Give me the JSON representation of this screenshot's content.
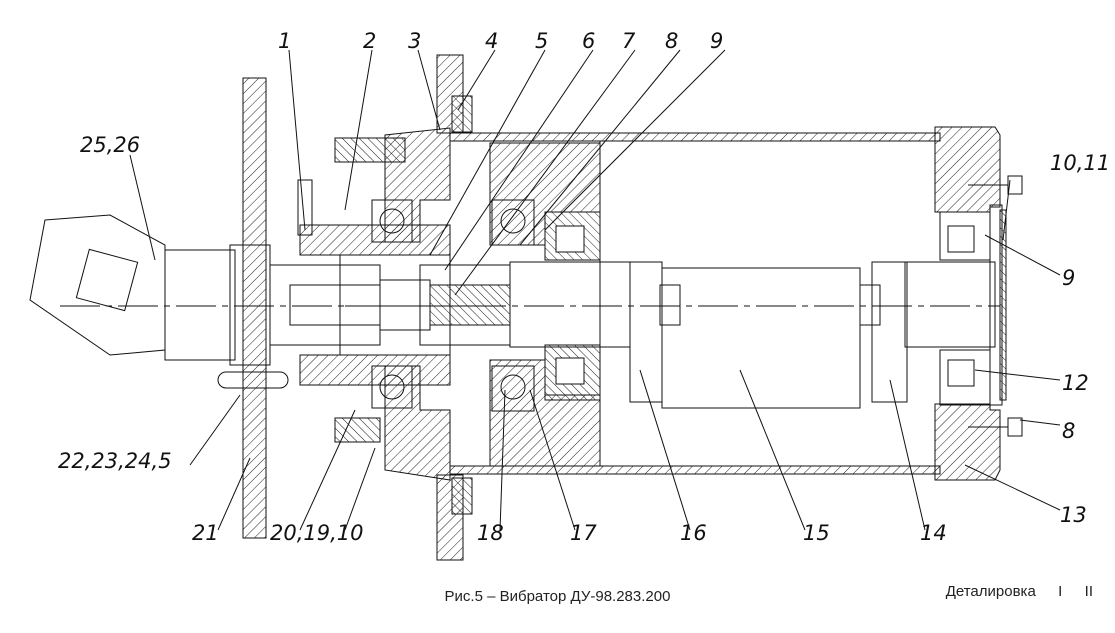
{
  "caption": "Рис.5 – Вибратор ДУ-98.283.200",
  "footer": {
    "section": "Деталировка",
    "roman1": "I",
    "roman2": "II"
  },
  "callouts": [
    "1",
    "2",
    "3",
    "4",
    "5",
    "6",
    "7",
    "8",
    "9",
    "10,11",
    "9",
    "12",
    "8",
    "13",
    "14",
    "15",
    "16",
    "17",
    "18",
    "20,19,10",
    "21",
    "22,23,24,5",
    "25,26"
  ],
  "colors": {
    "line": "#111111",
    "background": "#ffffff"
  }
}
